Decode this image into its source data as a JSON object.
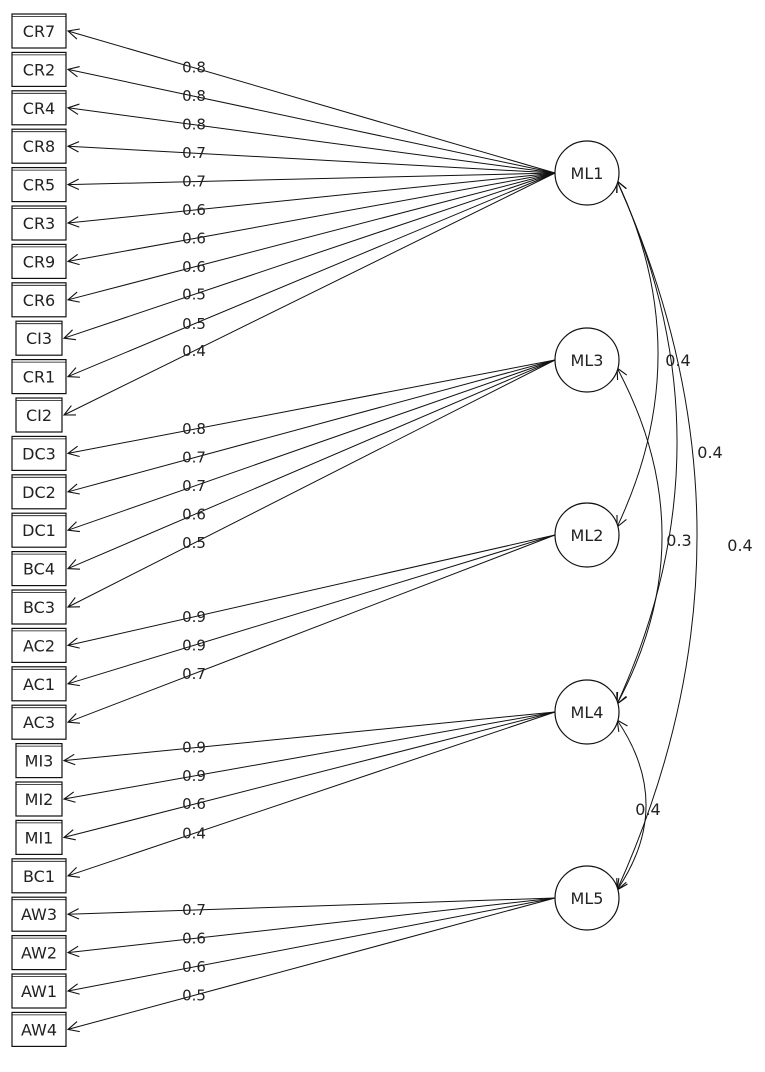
{
  "chart_data": {
    "type": "diagram",
    "items": [
      "CR7",
      "CR2",
      "CR4",
      "CR8",
      "CR5",
      "CR3",
      "CR9",
      "CR6",
      "CI3",
      "CR1",
      "CI2",
      "DC3",
      "DC2",
      "DC1",
      "BC4",
      "BC3",
      "AC2",
      "AC1",
      "AC3",
      "MI3",
      "MI2",
      "MI1",
      "BC1",
      "AW3",
      "AW2",
      "AW1",
      "AW4"
    ],
    "factors": [
      "ML1",
      "ML3",
      "ML2",
      "ML4",
      "ML5"
    ],
    "loadings": [
      {
        "factor": "ML1",
        "item": "CR7",
        "value": "0.8"
      },
      {
        "factor": "ML1",
        "item": "CR2",
        "value": "0.8"
      },
      {
        "factor": "ML1",
        "item": "CR4",
        "value": "0.8"
      },
      {
        "factor": "ML1",
        "item": "CR8",
        "value": "0.7"
      },
      {
        "factor": "ML1",
        "item": "CR5",
        "value": "0.7"
      },
      {
        "factor": "ML1",
        "item": "CR3",
        "value": "0.6"
      },
      {
        "factor": "ML1",
        "item": "CR9",
        "value": "0.6"
      },
      {
        "factor": "ML1",
        "item": "CR6",
        "value": "0.6"
      },
      {
        "factor": "ML1",
        "item": "CI3",
        "value": "0.5"
      },
      {
        "factor": "ML1",
        "item": "CR1",
        "value": "0.5"
      },
      {
        "factor": "ML1",
        "item": "CI2",
        "value": "0.4"
      },
      {
        "factor": "ML3",
        "item": "DC3",
        "value": "0.8"
      },
      {
        "factor": "ML3",
        "item": "DC2",
        "value": "0.7"
      },
      {
        "factor": "ML3",
        "item": "DC1",
        "value": "0.7"
      },
      {
        "factor": "ML3",
        "item": "BC4",
        "value": "0.6"
      },
      {
        "factor": "ML3",
        "item": "BC3",
        "value": "0.5"
      },
      {
        "factor": "ML2",
        "item": "AC2",
        "value": "0.9"
      },
      {
        "factor": "ML2",
        "item": "AC1",
        "value": "0.9"
      },
      {
        "factor": "ML2",
        "item": "AC3",
        "value": "0.7"
      },
      {
        "factor": "ML4",
        "item": "MI3",
        "value": "0.9"
      },
      {
        "factor": "ML4",
        "item": "MI2",
        "value": "0.9"
      },
      {
        "factor": "ML4",
        "item": "MI1",
        "value": "0.6"
      },
      {
        "factor": "ML4",
        "item": "BC1",
        "value": "0.4"
      },
      {
        "factor": "ML5",
        "item": "AW3",
        "value": "0.7"
      },
      {
        "factor": "ML5",
        "item": "AW2",
        "value": "0.6"
      },
      {
        "factor": "ML5",
        "item": "AW1",
        "value": "0.6"
      },
      {
        "factor": "ML5",
        "item": "AW4",
        "value": "0.5"
      }
    ],
    "correlations": [
      {
        "from": "ML1",
        "to": "ML2",
        "value": "0.4"
      },
      {
        "from": "ML1",
        "to": "ML4",
        "value": "0.4"
      },
      {
        "from": "ML1",
        "to": "ML5",
        "value": "0.4"
      },
      {
        "from": "ML3",
        "to": "ML4",
        "value": "0.3"
      },
      {
        "from": "ML4",
        "to": "ML5",
        "value": "0.4"
      }
    ]
  }
}
